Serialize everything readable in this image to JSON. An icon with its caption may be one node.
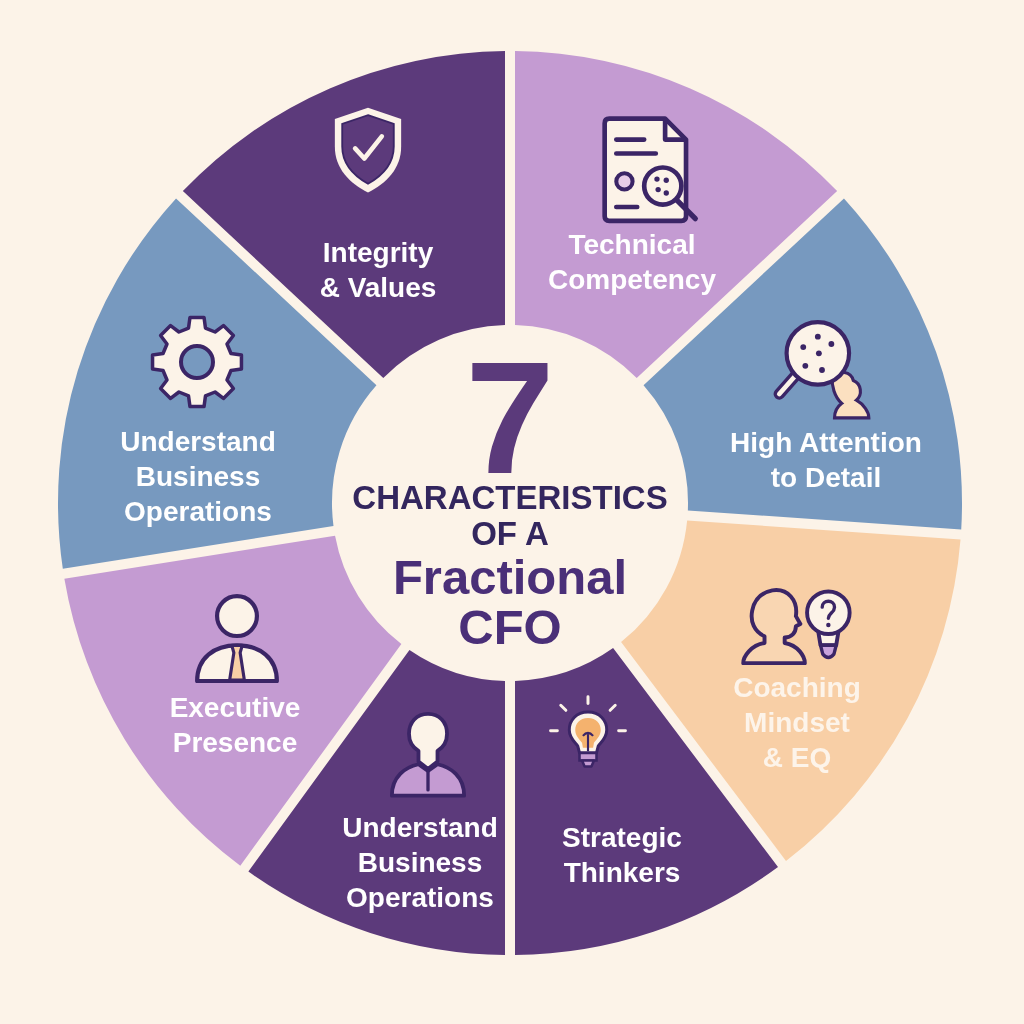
{
  "diagram": {
    "nodes": [
      {
        "text": [
          "7",
          "CHARACTERISTICS OF A",
          "Fractional CFO"
        ]
      },
      {
        "text": [
          "Integrity & Values"
        ]
      },
      {
        "text": [
          "Technical Competency"
        ]
      },
      {
        "text": [
          "High Attention to Detail"
        ]
      },
      {
        "text": [
          "Coaching Mindset & EQ"
        ]
      },
      {
        "text": [
          "Strategic Thinkers"
        ]
      },
      {
        "text": [
          "Understand Business Operations"
        ]
      },
      {
        "text": [
          "Executive Presence"
        ]
      },
      {
        "text": [
          "Understand Business Operations"
        ]
      }
    ]
  }
}
